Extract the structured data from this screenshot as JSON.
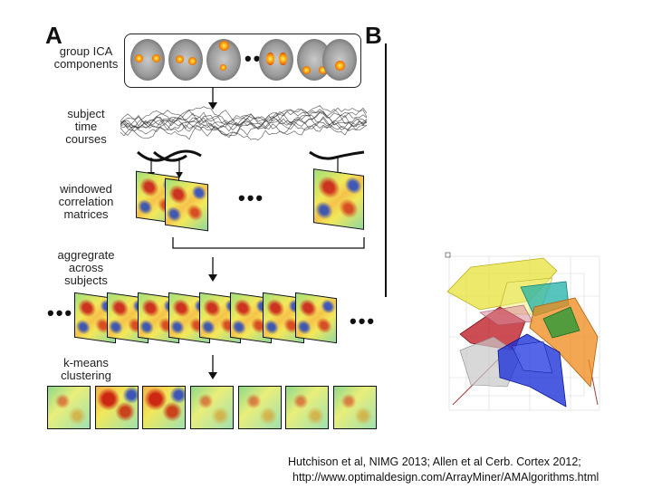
{
  "panel_a": {
    "letter": "A",
    "steps": [
      "group ICA\ncomponents",
      "subject\ntime\ncourses",
      "windowed\ncorrelation\nmatrices",
      "aggregrate\nacross\nsubjects",
      "k-means\nclustering"
    ],
    "ellipsis": "•••"
  },
  "panel_b": {
    "letter": "B"
  },
  "colors": {
    "cluster_yellow": "#e6e23a",
    "cluster_teal": "#20b0a8",
    "cluster_red": "#c0202a",
    "cluster_orange": "#f08a18",
    "cluster_blue": "#1a2ed8",
    "cluster_green": "#2a9a3a",
    "cluster_gray": "#c8c8c8"
  },
  "citation": {
    "line1": "Hutchison et al, NIMG 2013; Allen et al   Cerb. Cortex 2012;",
    "line2": "http://www.optimaldesign.com/ArrayMiner/AMAlgorithms.html"
  }
}
